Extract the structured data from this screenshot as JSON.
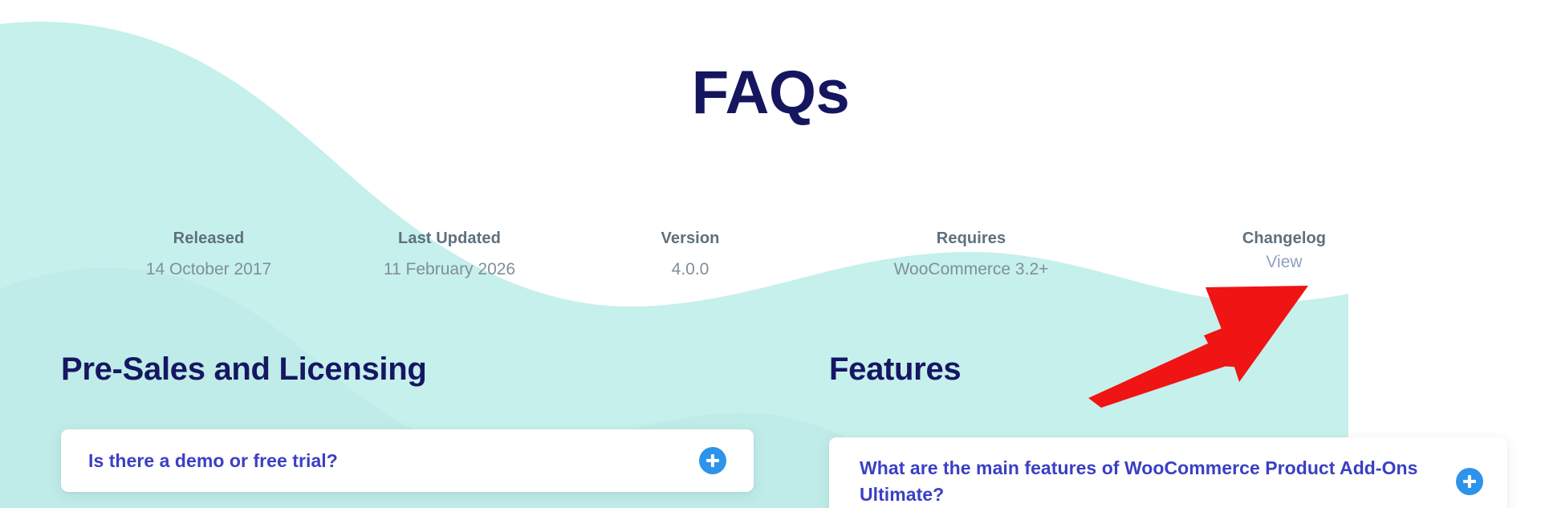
{
  "page": {
    "title": "FAQs",
    "background_color": "#ffffff",
    "blob_color": "#c6f0ec",
    "blob_color_secondary": "#bfece8",
    "title_color": "#151560"
  },
  "meta": {
    "columns": [
      {
        "label": "Released",
        "value": "14 October 2017",
        "is_link": false
      },
      {
        "label": "Last Updated",
        "value": "11 February 2026",
        "is_link": false
      },
      {
        "label": "Version",
        "value": "4.0.0",
        "is_link": false
      },
      {
        "label": "Requires",
        "value": "WooCommerce 3.2+",
        "is_link": false
      },
      {
        "label": "Changelog",
        "value": "View",
        "is_link": true
      }
    ],
    "label_color": "#5e707d",
    "value_color": "#7f8f99",
    "link_color": "#8f9ec4"
  },
  "sections": [
    {
      "heading": "Pre-Sales and Licensing",
      "faqs": [
        {
          "question": "Is there a demo or free trial?",
          "expand_icon": "plus-icon",
          "expanded": false
        }
      ]
    },
    {
      "heading": "Features",
      "faqs": [
        {
          "question": "What are the main features of WooCommerce Product Add-Ons Ultimate?",
          "expand_icon": "plus-icon",
          "expanded": false
        }
      ]
    }
  ],
  "annotation": {
    "type": "arrow",
    "color": "#f01414",
    "direction": "up-right",
    "points_to": "Changelog View link"
  },
  "theme": {
    "heading_color": "#161663",
    "question_color": "#3b3fc4",
    "accent_blue": "#2e93ea",
    "card_background": "#ffffff"
  }
}
